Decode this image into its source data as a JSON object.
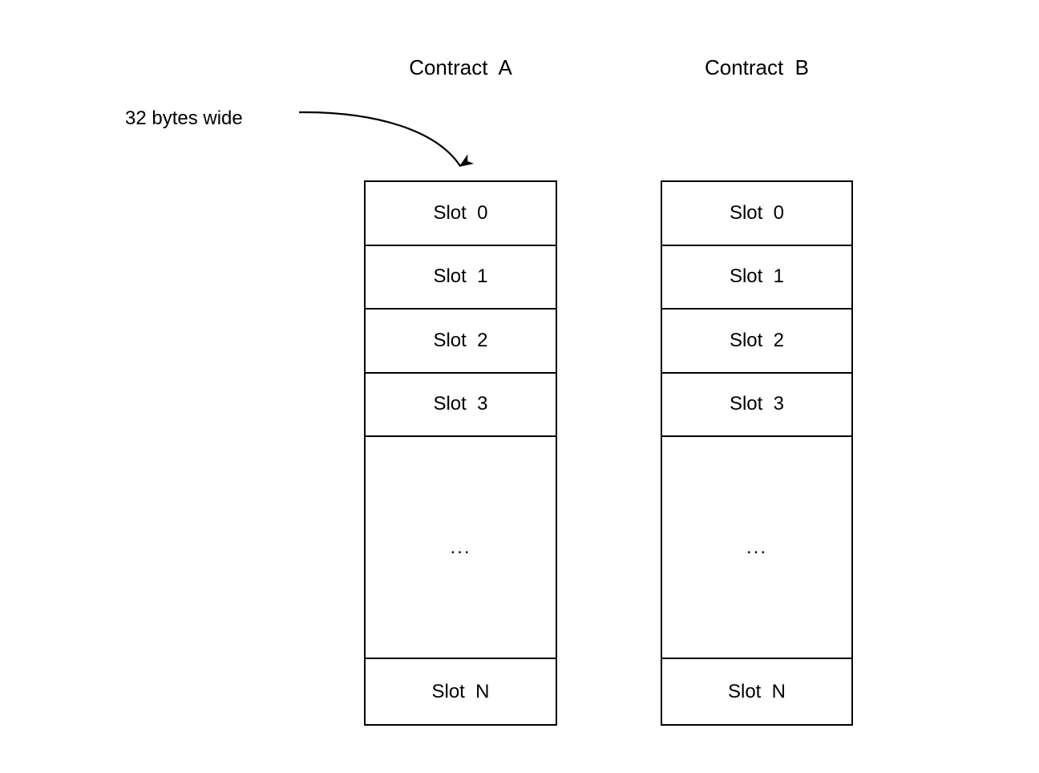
{
  "diagram": {
    "title_a": "Contract  A",
    "title_b": "Contract  B",
    "annotation": "32 bytes wide",
    "stroke_color": "#000000",
    "background_color": "#ffffff"
  },
  "columns": [
    {
      "id": "contract-a",
      "header": "Contract  A",
      "rows": [
        {
          "label": "Slot  0",
          "kind": "slot"
        },
        {
          "label": "Slot  1",
          "kind": "slot"
        },
        {
          "label": "Slot  2",
          "kind": "slot"
        },
        {
          "label": "Slot  3",
          "kind": "slot"
        },
        {
          "label": "...",
          "kind": "ellipsis"
        },
        {
          "label": "Slot  N",
          "kind": "slot"
        }
      ]
    },
    {
      "id": "contract-b",
      "header": "Contract  B",
      "rows": [
        {
          "label": "Slot  0",
          "kind": "slot"
        },
        {
          "label": "Slot  1",
          "kind": "slot"
        },
        {
          "label": "Slot  2",
          "kind": "slot"
        },
        {
          "label": "Slot  3",
          "kind": "slot"
        },
        {
          "label": "...",
          "kind": "ellipsis"
        },
        {
          "label": "Slot  N",
          "kind": "slot"
        }
      ]
    }
  ]
}
